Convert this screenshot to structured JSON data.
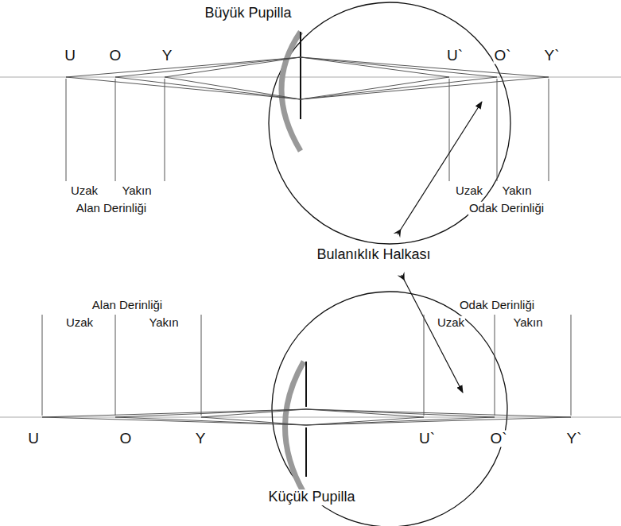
{
  "diagram": {
    "labels": [
      "Büyük Pupilla",
      "U",
      "O",
      "Y",
      "U`",
      "O`",
      "Y`",
      "Uzak",
      "Yakın",
      "Alan Derinliği",
      "Uzak",
      "Yakın",
      "Odak Derinliği",
      "Bulanıklık Halkası",
      "Alan Derinliği",
      "Uzak",
      "Yakın",
      "Odak Derinliği",
      "Uzak",
      "Yakın",
      "U",
      "O",
      "Y",
      "U`",
      "O`",
      "Y`",
      "Küçük Pupilla"
    ]
  }
}
